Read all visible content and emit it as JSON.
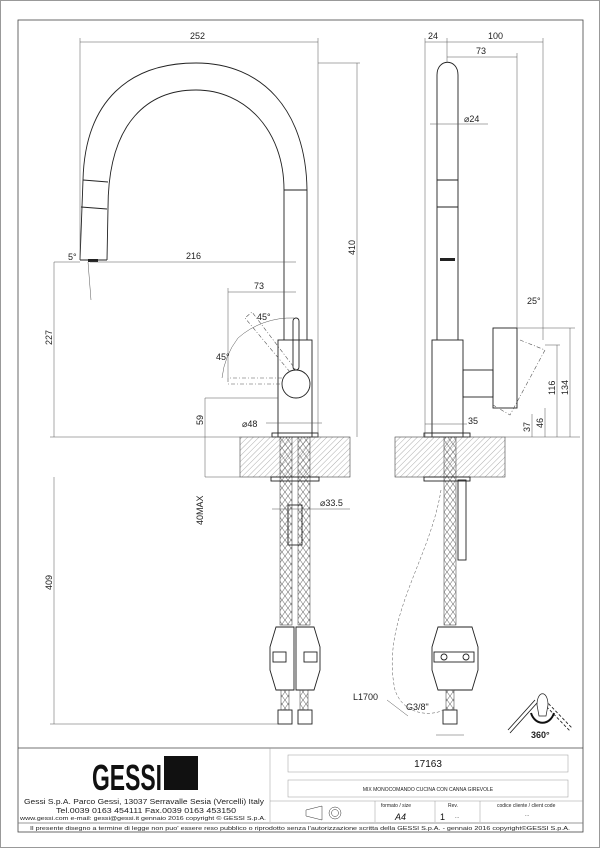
{
  "front_view": {
    "dims": {
      "width_total": "252",
      "reach": "216",
      "spray_angle": "5°",
      "lever_offset": "73",
      "angle_1": "45°",
      "angle_2": "45°",
      "height_spout": "227",
      "height_total": "410",
      "lever_height": "59",
      "base_diameter": "⌀48",
      "deck_max": "40MAX",
      "hole_diameter": "⌀33.5",
      "hose_length": "409"
    }
  },
  "side_view": {
    "dims": {
      "spout_diameter_top": "24",
      "depth": "100",
      "handle_depth": "73",
      "spout_diameter": "⌀24",
      "lever_angle": "25°",
      "height_134": "134",
      "height_116": "116",
      "height_46": "46",
      "height_37": "37",
      "base_35": "35",
      "flex_length": "L1700",
      "connection": "G3/8\""
    },
    "rotation_label": "360°"
  },
  "title_block": {
    "logo_text": "GESSI",
    "company_line": "Gessi S.p.A. Parco Gessi, 13037 Serravalle Sesia (Vercelli) Italy",
    "phone_line": "Tel.0039  0163  454111  Fax.0039  0163  453150",
    "web_line": "www.gessi.com  e-mail: gessi@gessi.it    gennaio  2016   copyright © GESSI  S.p.A.",
    "code": "17163",
    "description": "MIX MONOCOMANDO CUCINA CON CANNA GIREVOLE",
    "format_label": "formato / size",
    "format_value": "A4",
    "rev_label": "Rev.",
    "rev_value": "1",
    "rev_extra": "...",
    "client_code_label": "codice cliente / client code",
    "client_code_value": "...",
    "disclaimer": "Il presente disegno a termine di legge non puo' essere reso pubblico o riprodotto senza l'autorizzazione scritta della GESSI S.p.A. - gennaio 2016  copyright©GESSI S.p.A."
  }
}
